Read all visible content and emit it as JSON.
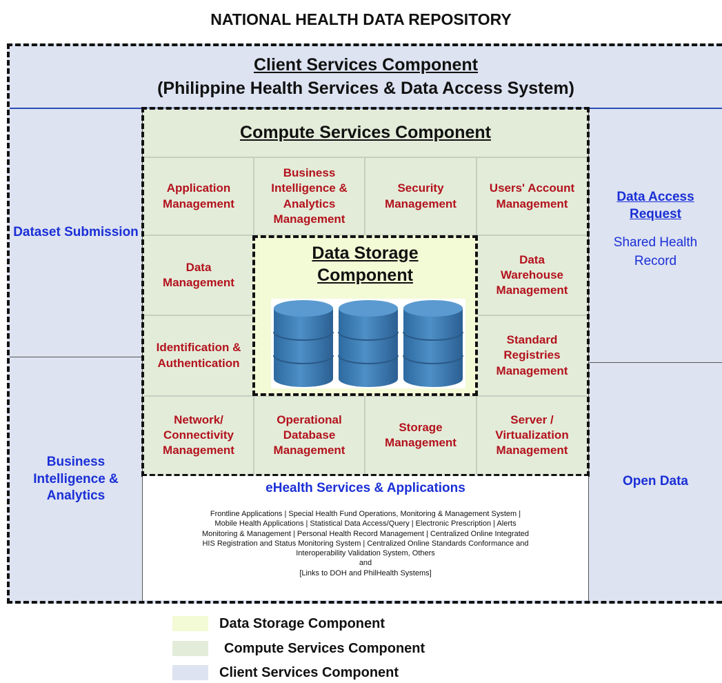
{
  "title": "NATIONAL HEALTH DATA REPOSITORY",
  "client_services": {
    "title": "Client Services Component",
    "subtitle": "(Philippine Health Services & Data Access System)",
    "left_top": "Dataset Submission",
    "left_bottom": "Business Intelligence & Analytics",
    "right_top_link": "Data Access Request",
    "right_top_text": "Shared Health Record",
    "right_bottom": "Open Data"
  },
  "compute_services": {
    "title": "Compute Services Component",
    "row1": [
      "Application Management",
      "Business Intelligence & Analytics Management",
      "Security Management",
      "Users' Account Management"
    ],
    "left_col": [
      "Data Management",
      "Identification & Authentication"
    ],
    "right_col": [
      "Data Warehouse Management",
      "Standard Registries Management"
    ],
    "row4": [
      "Network/ Connectivity Management",
      "Operational Database Management",
      "Storage Management",
      "Server / Virtualization Management"
    ]
  },
  "data_storage": {
    "title_line1": "Data Storage",
    "title_line2": "Component"
  },
  "ehealth": {
    "title": "eHealth Services & Applications",
    "lines": [
      "Frontline Applications | Special Health Fund Operations, Monitoring & Management System |",
      "Mobile Health Applications | Statistical Data Access/Query | Electronic Prescription | Alerts",
      "Monitoring & Management | Personal Health Record Management | Centralized Online Integrated",
      "HIS Registration and Status Monitoring System | Centralized Online Standards Conformance and",
      "Interoperability Validation System, Others",
      "and",
      "[Links to DOH and PhilHealth Systems]"
    ]
  },
  "legend": [
    {
      "label": "Data Storage Component",
      "color": "#f3fad6"
    },
    {
      "label": "Compute Services Component",
      "color": "#e3ecd9"
    },
    {
      "label": "Client Services Component",
      "color": "#dde3f1"
    }
  ],
  "colors": {
    "client_bg": "#dde3f1",
    "compute_bg": "#e3ecd9",
    "storage_bg": "#f3fad6",
    "blue_text": "#1a2fd6",
    "red_text": "#b3121d",
    "cylinder": "#3f7fb5"
  },
  "icons": [
    "database-cylinder-icon",
    "database-cylinder-icon",
    "database-cylinder-icon"
  ]
}
